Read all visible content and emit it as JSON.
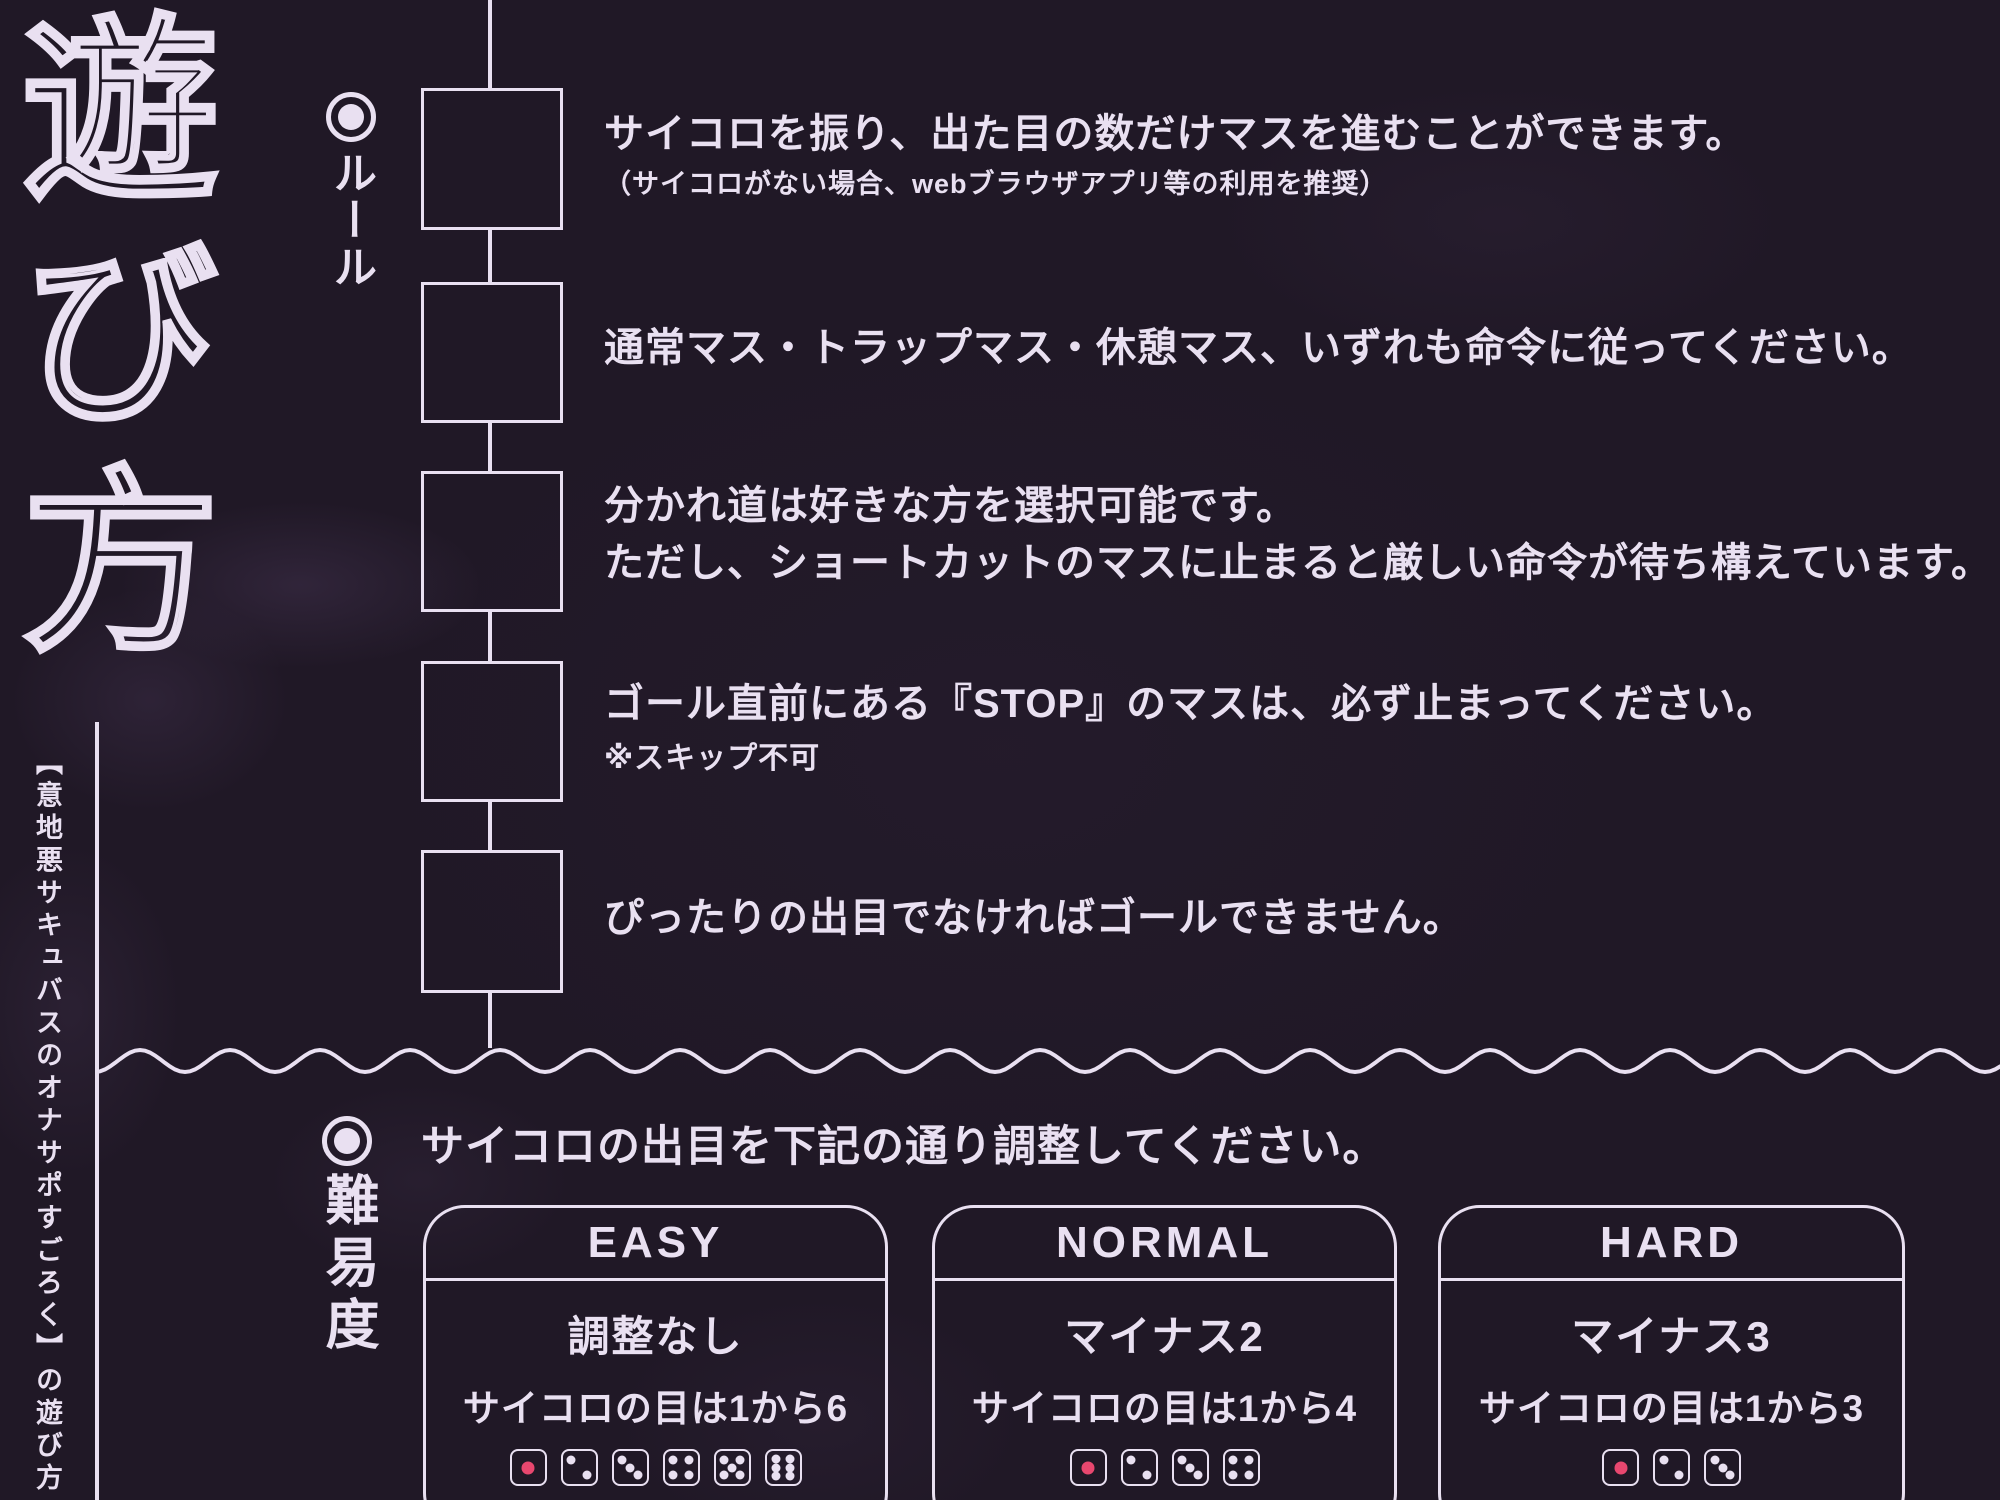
{
  "title": {
    "text": "遊び方"
  },
  "sidebar": {
    "caption": "【意地悪サキュバスのオナサポすごろく】の遊び方"
  },
  "rules_section": {
    "label": "ルール",
    "rules": [
      {
        "main": "サイコロを振り、出た目の数だけマスを進むことができます。",
        "sub": "（サイコロがない場合、webブラウザアプリ等の利用を推奨）"
      },
      {
        "main": "通常マス・トラップマス・休憩マス、いずれも命令に従ってください。"
      },
      {
        "main": "分かれ道は好きな方を選択可能です。",
        "main2": "ただし、ショートカットのマスに止まると厳しい命令が待ち構えています。"
      },
      {
        "main": "ゴール直前にある『STOP』のマスは、必ず止まってください。",
        "sub": "※スキップ不可"
      },
      {
        "main": "ぴったりの出目でなければゴールできません。"
      }
    ]
  },
  "difficulty_section": {
    "label": "難易度",
    "intro": "サイコロの出目を下記の通り調整してください。",
    "cards": [
      {
        "title": "EASY",
        "adjustment": "調整なし",
        "range": "サイコロの目は1から6",
        "dice": [
          1,
          2,
          3,
          4,
          5,
          6
        ]
      },
      {
        "title": "NORMAL",
        "adjustment": "マイナス2",
        "range": "サイコロの目は1から4",
        "dice": [
          1,
          2,
          3,
          4
        ]
      },
      {
        "title": "HARD",
        "adjustment": "マイナス3",
        "range": "サイコロの目は1から3",
        "dice": [
          1,
          2,
          3
        ]
      }
    ]
  },
  "colors": {
    "background": "#201826",
    "foreground": "#e9e0f1",
    "accent_pink": "#e8476f"
  }
}
